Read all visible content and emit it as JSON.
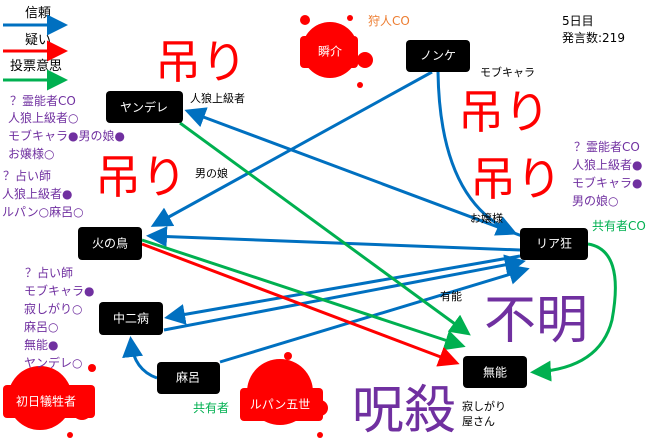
{
  "legend": {
    "trust": "信頼",
    "doubt": "疑い",
    "vote": "投票意思"
  },
  "status": {
    "day": "5日目",
    "posts": "発言数:219"
  },
  "colors": {
    "trust": "#0070c0",
    "doubt": "#ff0000",
    "vote": "#00b050",
    "note": "#7030a0",
    "hunter": "#ed7d31"
  },
  "nodes": {
    "yandere": "ヤンデレ",
    "nonke": "ノンケ",
    "shunsuke": "瞬介",
    "hinotori": "火の鳥",
    "chunibyo": "中二病",
    "maro": "麻呂",
    "first_victim": "初日犠牲者",
    "lupin": "ルパン五世",
    "riakyo": "リア狂",
    "munou": "無能"
  },
  "roles": {
    "shunsuke": "人狼上級者",
    "nonke": "モブキャラ",
    "riakyo": "お嬢様",
    "hinotori": "男の娘",
    "munou": "有能",
    "lupin": "寂しがり",
    "lupin2": "屋さん"
  },
  "verdicts": {
    "hanged": "吊り",
    "unknown": "不明",
    "cursed": "呪殺"
  },
  "claims": {
    "hunter": "狩人CO",
    "sharer_co": "共有者CO",
    "sharer": "共有者"
  },
  "notes": {
    "yandere": [
      "？霊能者CO",
      "人狼上級者○",
      "モブキャラ●男の娘●",
      "お嬢様○"
    ],
    "hinotori": [
      "？占い師",
      "人狼上級者●",
      "ルパン○麻呂○"
    ],
    "chunibyo": [
      "？占い師",
      "モブキャラ●",
      "寂しがり○",
      "麻呂○",
      "無能●",
      "ヤンデレ○"
    ],
    "riakyo": [
      "？霊能者CO",
      "人狼上級者●",
      "モブキャラ●",
      "男の娘○"
    ]
  }
}
